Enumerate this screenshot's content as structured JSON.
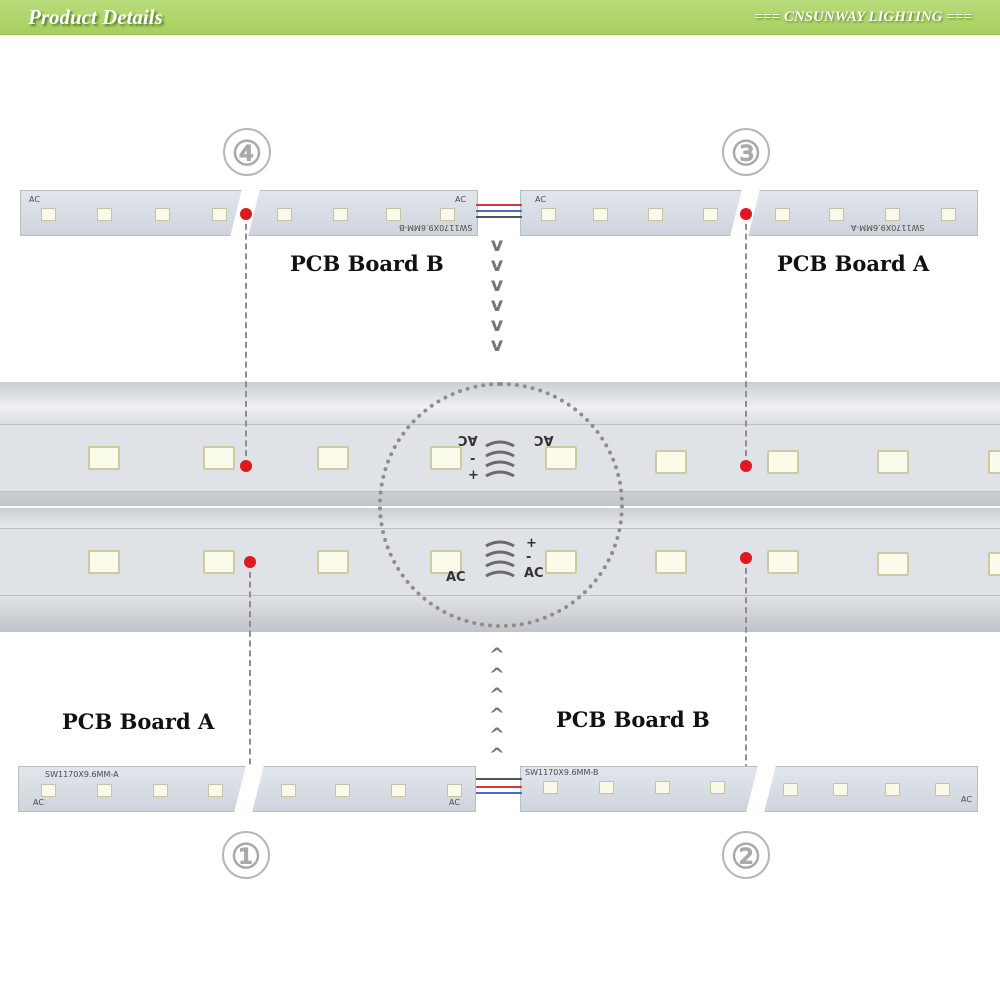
{
  "header": {
    "title": "Product Details",
    "brand": "=== CNSUNWAY LIGHTING ==="
  },
  "markers": [
    "④",
    "③",
    "①",
    "②"
  ],
  "boards": {
    "top_left_label": "PCB Board B",
    "top_right_label": "PCB Board A",
    "bottom_left_label": "PCB Board A",
    "bottom_right_label": "PCB Board B"
  },
  "pcb_text": {
    "ac": "AC",
    "code_a": "SW1170X9.6MM-A",
    "code_b": "SW1170X9.6MM-B",
    "plus": "+",
    "minus": "-"
  },
  "arrows": {
    "down": "v",
    "up": "^"
  },
  "colors": {
    "banner": "#a6cf5e",
    "marker_dot": "#e0171e",
    "pcb": "#d9dde3"
  }
}
